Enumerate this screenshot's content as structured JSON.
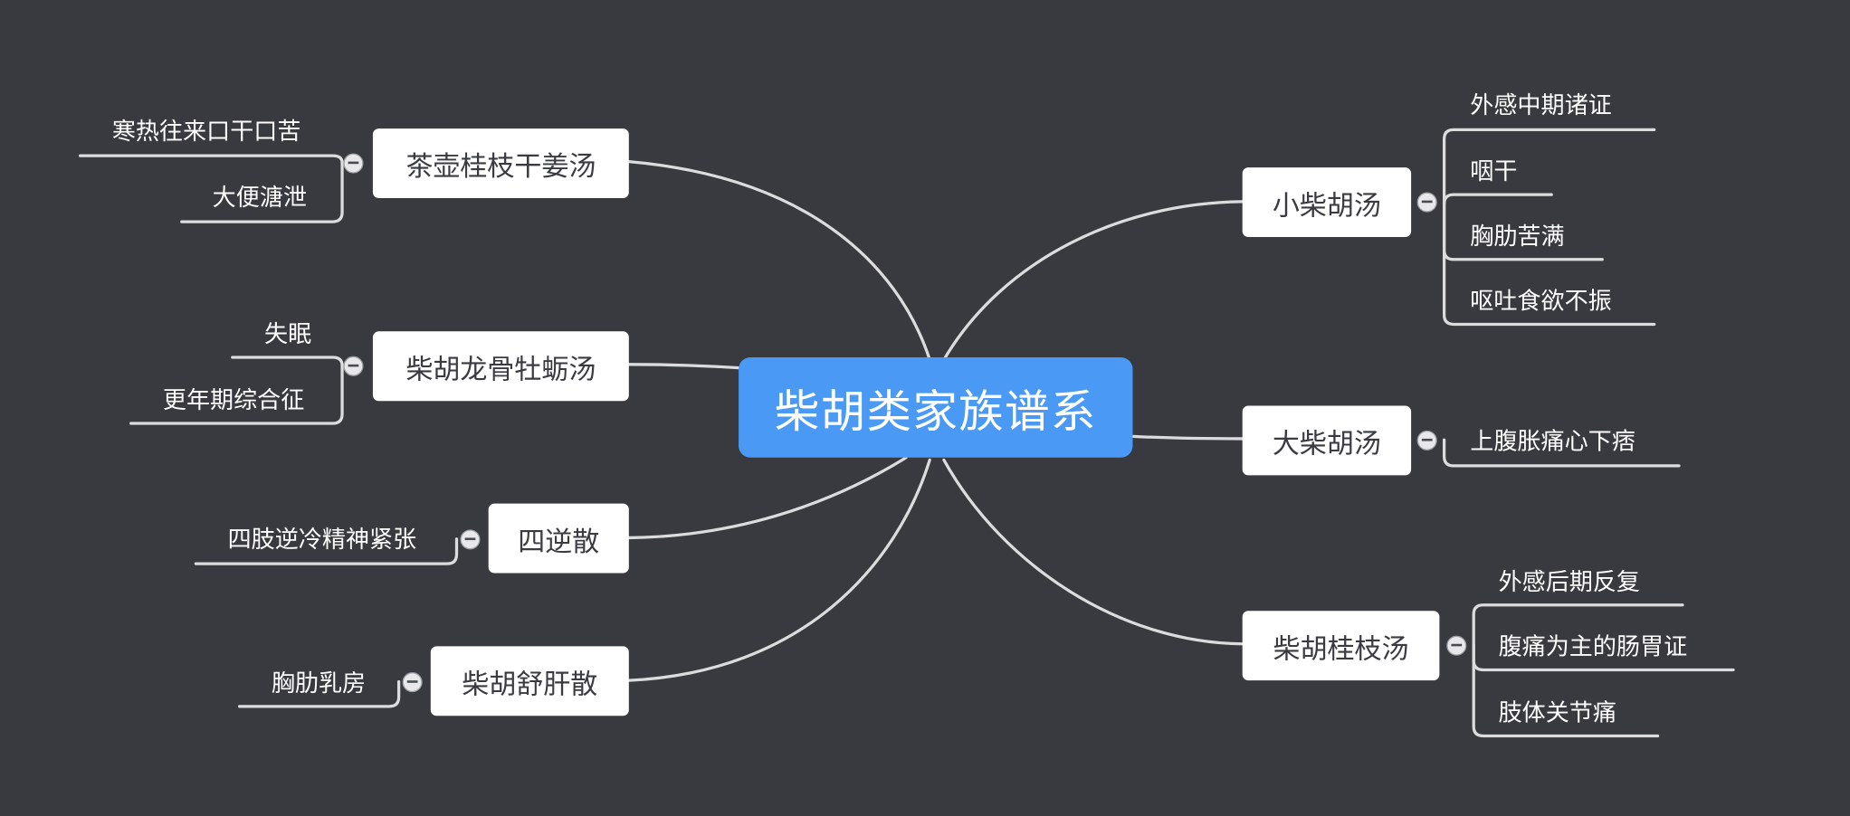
{
  "mindmap": {
    "root": "柴胡类家族谱系",
    "branches": [
      {
        "label": "茶壶桂枝干姜汤",
        "leaves": [
          "寒热往来口干口苦",
          "大便溏泄"
        ]
      },
      {
        "label": "柴胡龙骨牡蛎汤",
        "leaves": [
          "失眠",
          "更年期综合征"
        ]
      },
      {
        "label": "四逆散",
        "leaves": [
          "四肢逆冷精神紧张"
        ]
      },
      {
        "label": "柴胡舒肝散",
        "leaves": [
          "胸肋乳房"
        ]
      },
      {
        "label": "小柴胡汤",
        "leaves": [
          "外感中期诸证",
          "咽干",
          "胸肋苦满",
          "呕吐食欲不振"
        ]
      },
      {
        "label": "大柴胡汤",
        "leaves": [
          "上腹胀痛心下痞"
        ]
      },
      {
        "label": "柴胡桂枝汤",
        "leaves": [
          "外感后期反复",
          "腹痛为主的肠胃证",
          "肢体关节痛"
        ]
      }
    ]
  },
  "colors": {
    "background": "#383a40",
    "root_fill": "#4a9af5",
    "branch_fill": "#ffffff",
    "branch_text": "#3a3b40",
    "leaf_text": "#ffffff",
    "connector": "#dcdcde"
  },
  "icons": {
    "collapse_toggle": "minus-circle-icon"
  }
}
